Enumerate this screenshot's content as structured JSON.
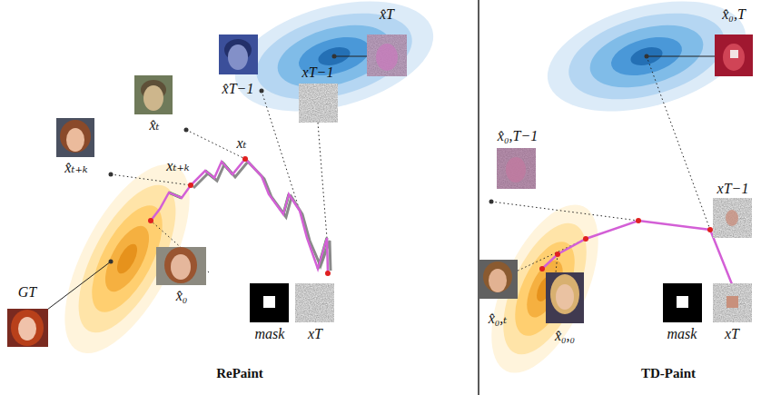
{
  "diagram": {
    "labels": [
      "x̂T",
      "x̂T−1",
      "xT−1",
      "x̂ₜ",
      "xₜ",
      "x̂ₜ₊ₖ",
      "xₜ₊ₖ",
      "x̂₀",
      "GT",
      "mask",
      "xT",
      "RePaint",
      "x̂₀,T",
      "x̂₀,T−1",
      "xT−1",
      "x̂₀,ₜ",
      "x̂₀,₀",
      "mask",
      "xT",
      "TD-Paint"
    ]
  }
}
